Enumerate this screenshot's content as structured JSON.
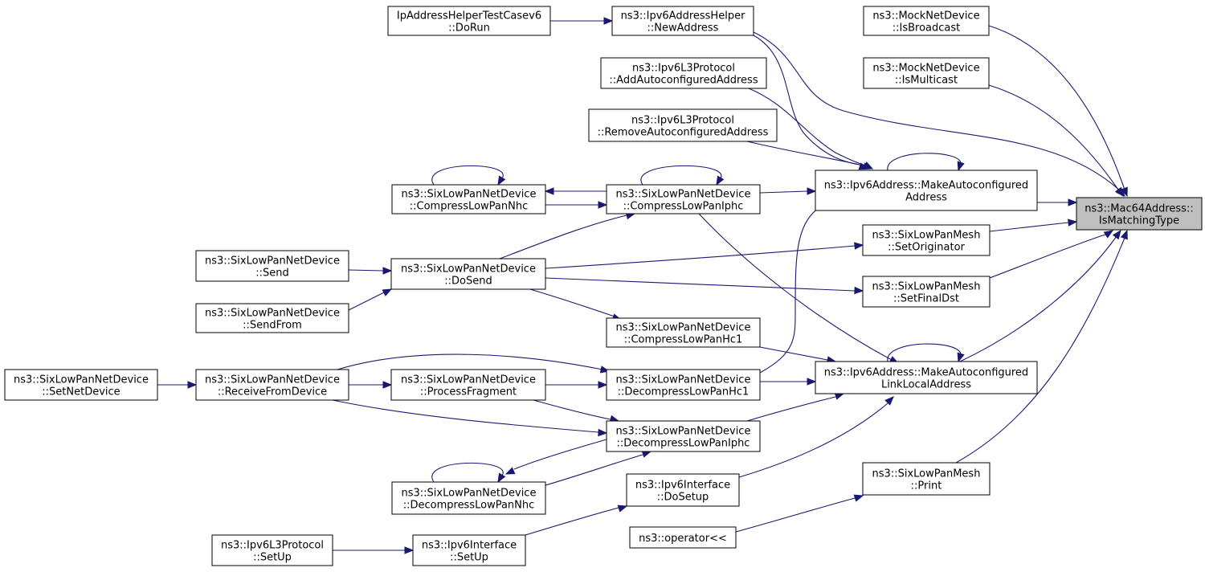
{
  "diagram": {
    "colors": {
      "edge": "#191970",
      "root_fill": "#bfbfbf",
      "node_fill": "#ffffff",
      "border": "#000000"
    },
    "nodes": [
      {
        "id": "root",
        "lines": [
          "ns3::Mac64Address::",
          "IsMatchingType"
        ]
      },
      {
        "id": "ipTest",
        "lines": [
          "IpAddressHelperTestCasev6",
          "::DoRun"
        ]
      },
      {
        "id": "newAddr",
        "lines": [
          "ns3::Ipv6AddressHelper",
          "::NewAddress"
        ]
      },
      {
        "id": "isBroadcast",
        "lines": [
          "ns3::MockNetDevice",
          "::IsBroadcast"
        ]
      },
      {
        "id": "addAuto",
        "lines": [
          "ns3::Ipv6L3Protocol",
          "::AddAutoconfiguredAddress"
        ]
      },
      {
        "id": "isMulticast",
        "lines": [
          "ns3::MockNetDevice",
          "::IsMulticast"
        ]
      },
      {
        "id": "removeAuto",
        "lines": [
          "ns3::Ipv6L3Protocol",
          "::RemoveAutoconfiguredAddress"
        ]
      },
      {
        "id": "compNhc",
        "lines": [
          "ns3::SixLowPanNetDevice",
          "::CompressLowPanNhc"
        ]
      },
      {
        "id": "compIphc",
        "lines": [
          "ns3::SixLowPanNetDevice",
          "::CompressLowPanIphc"
        ]
      },
      {
        "id": "makeAuto",
        "lines": [
          "ns3::Ipv6Address::MakeAutoconfigured",
          "Address"
        ]
      },
      {
        "id": "setOrig",
        "lines": [
          "ns3::SixLowPanMesh",
          "::SetOriginator"
        ]
      },
      {
        "id": "send",
        "lines": [
          "ns3::SixLowPanNetDevice",
          "::Send"
        ]
      },
      {
        "id": "doSend",
        "lines": [
          "ns3::SixLowPanNetDevice",
          "::DoSend"
        ]
      },
      {
        "id": "setFinal",
        "lines": [
          "ns3::SixLowPanMesh",
          "::SetFinalDst"
        ]
      },
      {
        "id": "sendFrom",
        "lines": [
          "ns3::SixLowPanNetDevice",
          "::SendFrom"
        ]
      },
      {
        "id": "compHc1",
        "lines": [
          "ns3::SixLowPanNetDevice",
          "::CompressLowPanHc1"
        ]
      },
      {
        "id": "setNet",
        "lines": [
          "ns3::SixLowPanNetDevice",
          "::SetNetDevice"
        ]
      },
      {
        "id": "recvFrom",
        "lines": [
          "ns3::SixLowPanNetDevice",
          "::ReceiveFromDevice"
        ]
      },
      {
        "id": "procFrag",
        "lines": [
          "ns3::SixLowPanNetDevice",
          "::ProcessFragment"
        ]
      },
      {
        "id": "decHc1",
        "lines": [
          "ns3::SixLowPanNetDevice",
          "::DecompressLowPanHc1"
        ]
      },
      {
        "id": "makeLL",
        "lines": [
          "ns3::Ipv6Address::MakeAutoconfigured",
          "LinkLocalAddress"
        ]
      },
      {
        "id": "decIphc",
        "lines": [
          "ns3::SixLowPanNetDevice",
          "::DecompressLowPanIphc"
        ]
      },
      {
        "id": "print",
        "lines": [
          "ns3::SixLowPanMesh",
          "::Print"
        ]
      },
      {
        "id": "decNhc",
        "lines": [
          "ns3::SixLowPanNetDevice",
          "::DecompressLowPanNhc"
        ]
      },
      {
        "id": "ifDoSetup",
        "lines": [
          "ns3::Ipv6Interface",
          "::DoSetup"
        ]
      },
      {
        "id": "opShift",
        "lines": [
          "ns3::operator<<"
        ]
      },
      {
        "id": "l3SetUp",
        "lines": [
          "ns3::Ipv6L3Protocol",
          "::SetUp"
        ]
      },
      {
        "id": "ifSetUp",
        "lines": [
          "ns3::Ipv6Interface",
          "::SetUp"
        ]
      }
    ]
  }
}
